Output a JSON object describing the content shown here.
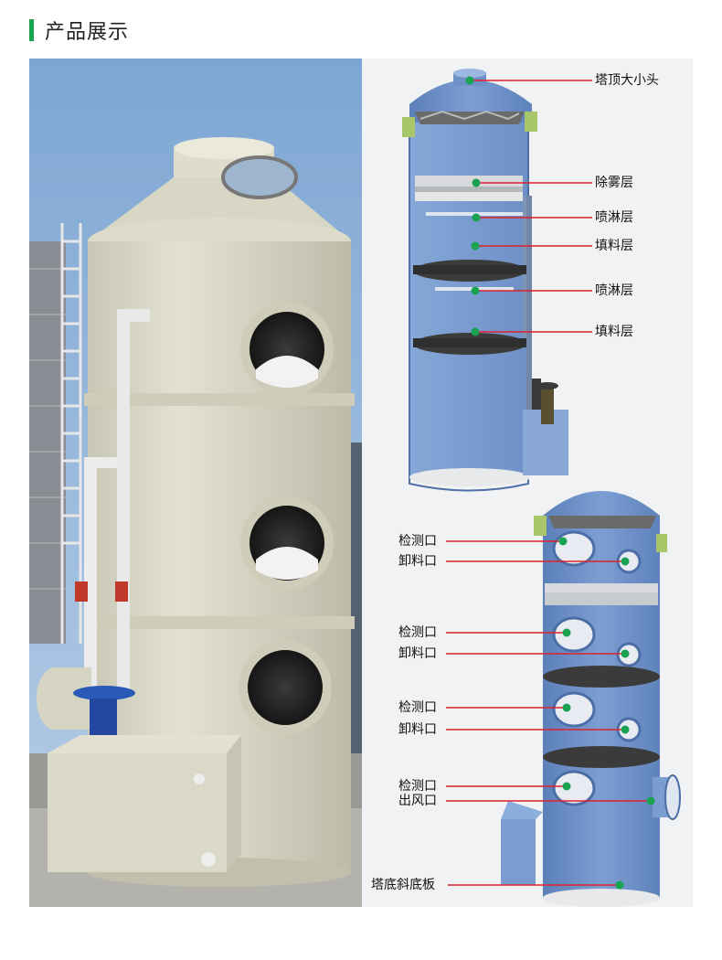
{
  "header": {
    "title": "产品展示",
    "accent_color": "#1aa251"
  },
  "colors": {
    "leader_line": "#e0202c",
    "dot": "#1aa251",
    "tower_blue": "#6e93c8",
    "tower_cream": "#d9d6c6"
  },
  "upper_diagram": {
    "labels": [
      "塔顶大小头",
      "除雾层",
      "喷淋层",
      "填料层",
      "喷淋层",
      "填料层"
    ]
  },
  "lower_diagram": {
    "labels": [
      "检测口",
      "卸料口",
      "检测口",
      "卸料口",
      "检测口",
      "卸料口",
      "检测口",
      "出风口",
      "塔底斜底板"
    ]
  }
}
